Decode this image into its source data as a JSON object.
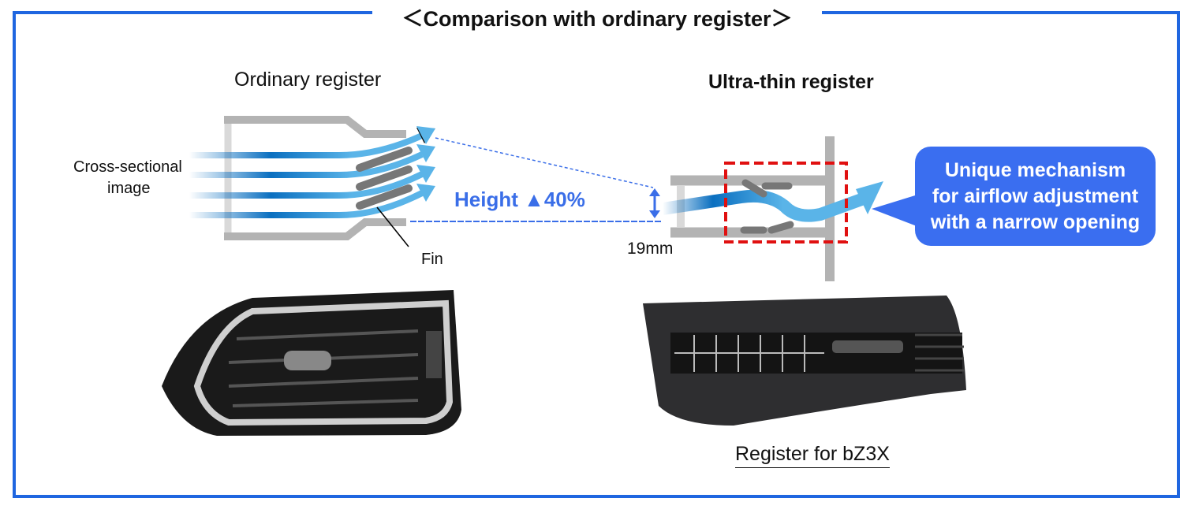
{
  "title": "＜Comparison with ordinary register＞",
  "ordinary": {
    "heading": "Ordinary register",
    "cross_section_label_1": "Cross-sectional",
    "cross_section_label_2": "image",
    "fin_label": "Fin"
  },
  "comparison": {
    "height_label": "Height ▲40%",
    "dimension": "19mm"
  },
  "ultra_thin": {
    "heading": "Ultra-thin register",
    "callout_lines": [
      "Unique mechanism",
      "for airflow adjustment",
      "with a narrow opening"
    ],
    "caption": "Register for bZ3X"
  },
  "colors": {
    "frame": "#1f66e0",
    "accent_blue": "#3a6ee8",
    "highlight_red": "#e01010"
  }
}
